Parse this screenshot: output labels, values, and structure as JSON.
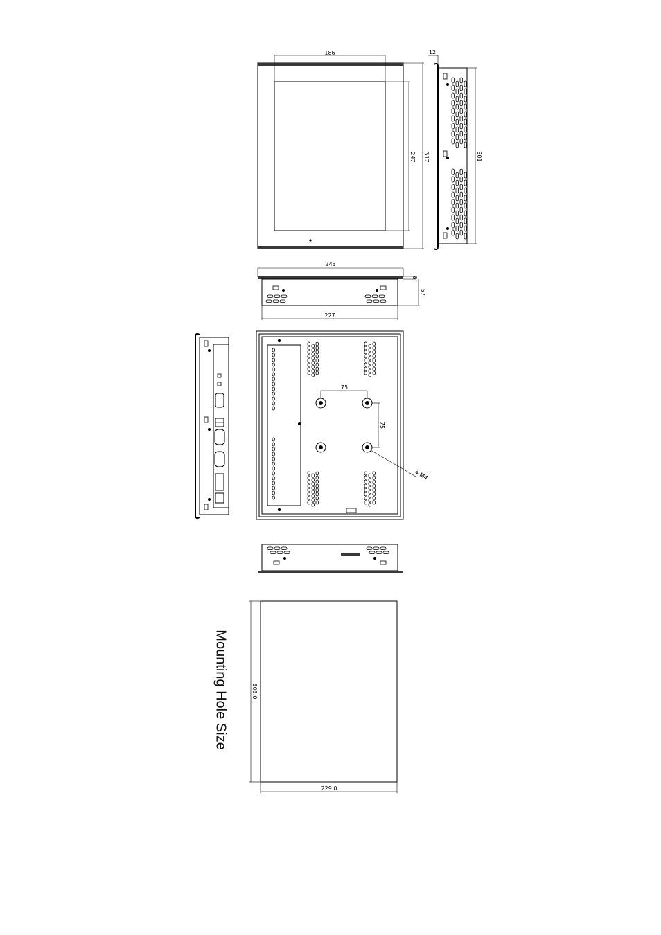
{
  "front_view": {
    "dim_width": "186",
    "dim_height_inner": "247",
    "dim_height_outer": "317"
  },
  "side_view_right": {
    "dim_depth": "12",
    "dim_height": "301"
  },
  "top_view": {
    "dim_width_outer": "243",
    "dim_width_inner": "227",
    "dim_depth": "57",
    "dim_bezel": "8"
  },
  "rear_view": {
    "vesa_h": "75",
    "vesa_v": "75",
    "screw_label": "4-M4"
  },
  "mounting": {
    "title": "Mounting Hole Size",
    "dim_width": "229.0",
    "dim_height": "303.0"
  }
}
